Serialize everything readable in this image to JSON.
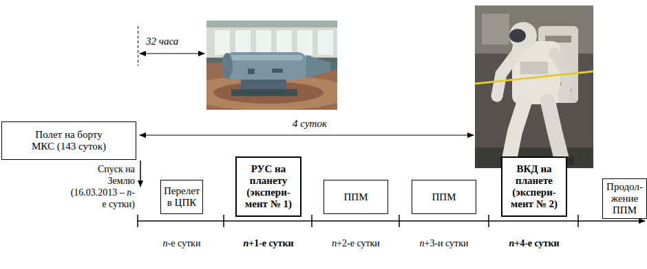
{
  "diagram": {
    "nodes": [
      {
        "text": [
          "Полет на борту МКС (143 суток)"
        ]
      },
      {
        "text": [
          "Перелет в ЦПК"
        ]
      },
      {
        "text": [
          "РУС на планету (экспери- мент № 1)"
        ]
      },
      {
        "text": [
          "ППМ"
        ]
      },
      {
        "text": [
          "ППМ"
        ]
      },
      {
        "text": [
          "ВКД на планете (экспери- мент № 2)"
        ]
      },
      {
        "text": [
          "Продол- жение ППМ"
        ]
      }
    ],
    "labels": [
      "32 часа",
      "4 суток",
      "Спуск на Землю (16.03.2013 – n-е сутки)",
      "n-е сутки",
      "n+1-е сутки",
      "n+2-е сутки",
      "n+3-и сутки",
      "n+4-е сутки"
    ]
  }
}
